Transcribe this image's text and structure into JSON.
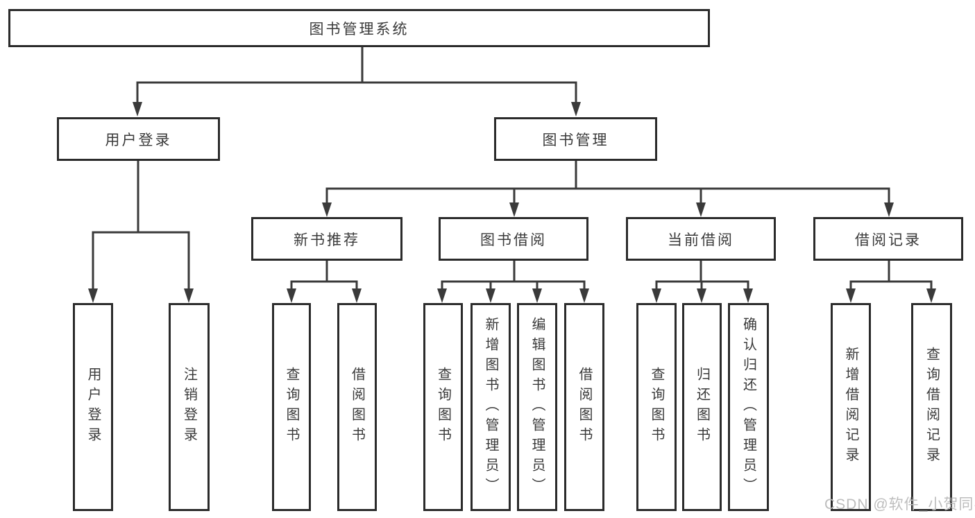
{
  "tree": {
    "root": {
      "label": "图书管理系统"
    },
    "level2": [
      {
        "label": "用户登录",
        "children": [
          {
            "label": "用户登录"
          },
          {
            "label": "注销登录"
          }
        ]
      },
      {
        "label": "图书管理",
        "children": [
          {
            "label": "新书推荐",
            "children": [
              {
                "label": "查询图书"
              },
              {
                "label": "借阅图书"
              }
            ]
          },
          {
            "label": "图书借阅",
            "children": [
              {
                "label": "查询图书"
              },
              {
                "label": "新增图书（管理员）"
              },
              {
                "label": "编辑图书（管理员）"
              },
              {
                "label": "借阅图书"
              }
            ]
          },
          {
            "label": "当前借阅",
            "children": [
              {
                "label": "查询图书"
              },
              {
                "label": "归还图书"
              },
              {
                "label": "确认归还（管理员）"
              }
            ]
          },
          {
            "label": "借阅记录",
            "children": [
              {
                "label": "新增借阅记录"
              },
              {
                "label": "查询借阅记录"
              }
            ]
          }
        ]
      }
    ]
  },
  "watermark": {
    "text": "CSDN @软件_小贺同学"
  },
  "colors": {
    "line": "#3a3a3a",
    "box_border": "#2b2b2b",
    "text": "#3a3a3a",
    "watermark": "#bdbdbd",
    "background": "#ffffff"
  }
}
